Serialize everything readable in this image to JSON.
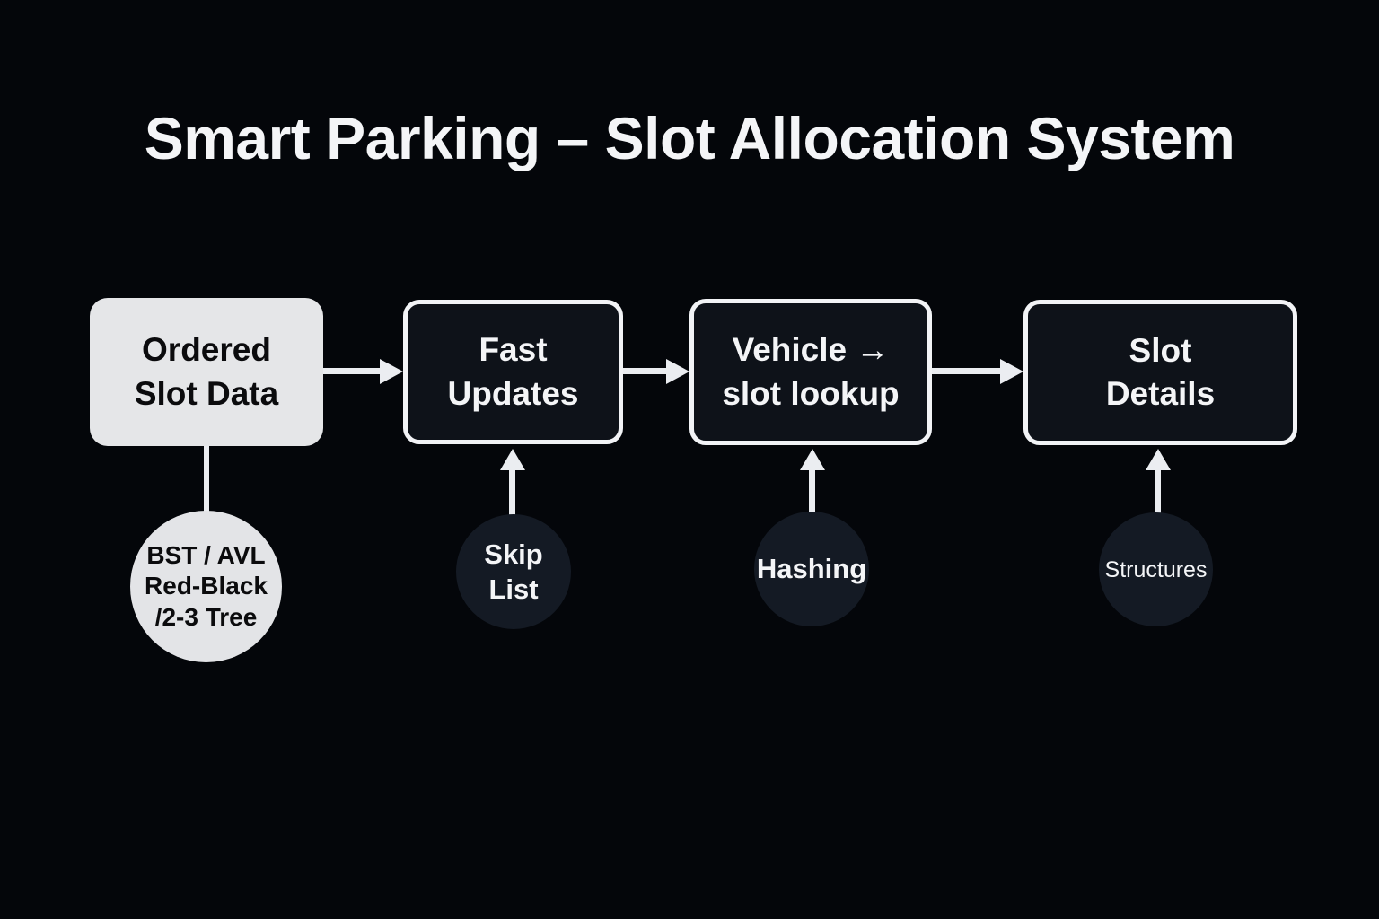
{
  "title": "Smart Parking – Slot Allocation System",
  "colors": {
    "background": "#04060a",
    "box_dark_fill": "#0e1219",
    "box_dark_border": "#f2f3f6",
    "box_light_fill": "#e5e6e8",
    "circle_dark_fill": "#141a24",
    "circle_light_fill": "#e3e4e7",
    "text_light": "#f4f5f7",
    "text_dark": "#0b0b0d",
    "connector": "#ebedf1"
  },
  "flow": {
    "nodes": [
      {
        "id": "ordered-slot-data",
        "style": "light",
        "lines": [
          "Ordered",
          "Slot Data"
        ]
      },
      {
        "id": "fast-updates",
        "style": "dark",
        "lines": [
          "Fast",
          "Updates"
        ]
      },
      {
        "id": "vehicle-slot-lookup",
        "style": "dark",
        "lines": [
          "Vehicle →",
          "slot lookup"
        ]
      },
      {
        "id": "slot-details",
        "style": "dark",
        "lines": [
          "Slot",
          "Details"
        ]
      }
    ],
    "sub_nodes": [
      {
        "id": "tree-structures",
        "style": "light",
        "connector": "plain-line",
        "lines": [
          "BST / AVL",
          "Red-Black",
          "/2-3 Tree"
        ]
      },
      {
        "id": "skip-list",
        "style": "dark",
        "connector": "arrow-up",
        "lines": [
          "Skip",
          "List"
        ]
      },
      {
        "id": "hashing",
        "style": "dark",
        "connector": "arrow-up",
        "lines": [
          "Hashing"
        ]
      },
      {
        "id": "structures",
        "style": "dark",
        "connector": "arrow-up",
        "lines": [
          "Structures"
        ]
      }
    ]
  }
}
